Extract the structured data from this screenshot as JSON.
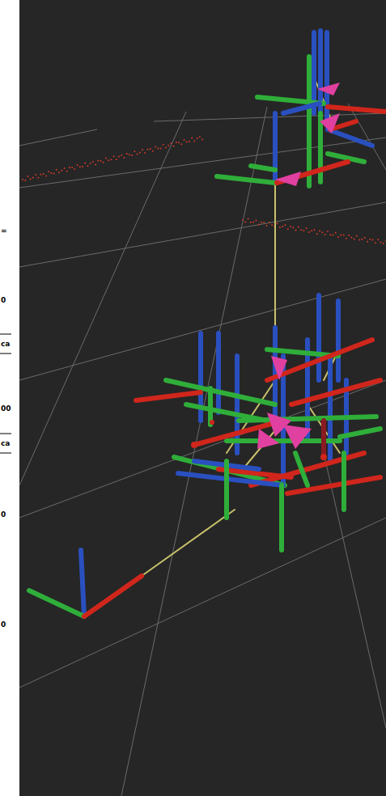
{
  "diagram": {
    "labels": [
      "=",
      "0",
      "ca",
      "00",
      "ca",
      "0",
      "0"
    ]
  }
}
